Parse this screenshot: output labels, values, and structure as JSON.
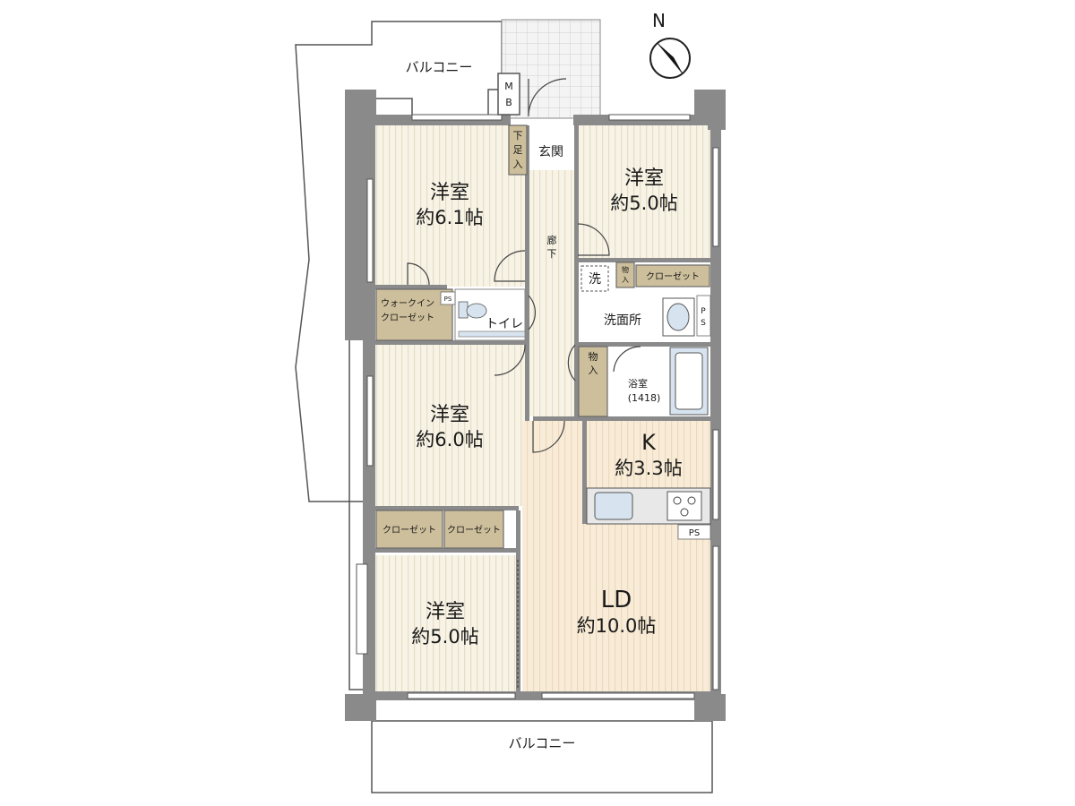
{
  "compass": {
    "label": "N"
  },
  "balconies": {
    "top": "バルコニー",
    "bottom": "バルコニー"
  },
  "rooms": {
    "bedroom_nw": {
      "name": "洋室",
      "size": "約6.1帖"
    },
    "bedroom_ne": {
      "name": "洋室",
      "size": "約5.0帖"
    },
    "bedroom_w": {
      "name": "洋室",
      "size": "約6.0帖"
    },
    "bedroom_sw": {
      "name": "洋室",
      "size": "約5.0帖"
    },
    "kitchen": {
      "name": "K",
      "size": "約3.3帖"
    },
    "living": {
      "name": "LD",
      "size": "約10.0帖"
    }
  },
  "labels": {
    "entrance": "玄関",
    "shoe_cabinet": [
      "下",
      "足",
      "入"
    ],
    "meter_box": [
      "M",
      "B"
    ],
    "hallway": [
      "廊",
      "下"
    ],
    "walk_in_closet": [
      "ウォークイン",
      "クローゼット"
    ],
    "toilet": "トイレ",
    "ps": "PS",
    "ps_vertical": [
      "P",
      "S"
    ],
    "washing_machine": "洗",
    "storage": [
      "物",
      "入"
    ],
    "closet": "クローゼット",
    "washroom": "洗面所",
    "bathroom": "浴室",
    "bath_size": "(1418)"
  }
}
